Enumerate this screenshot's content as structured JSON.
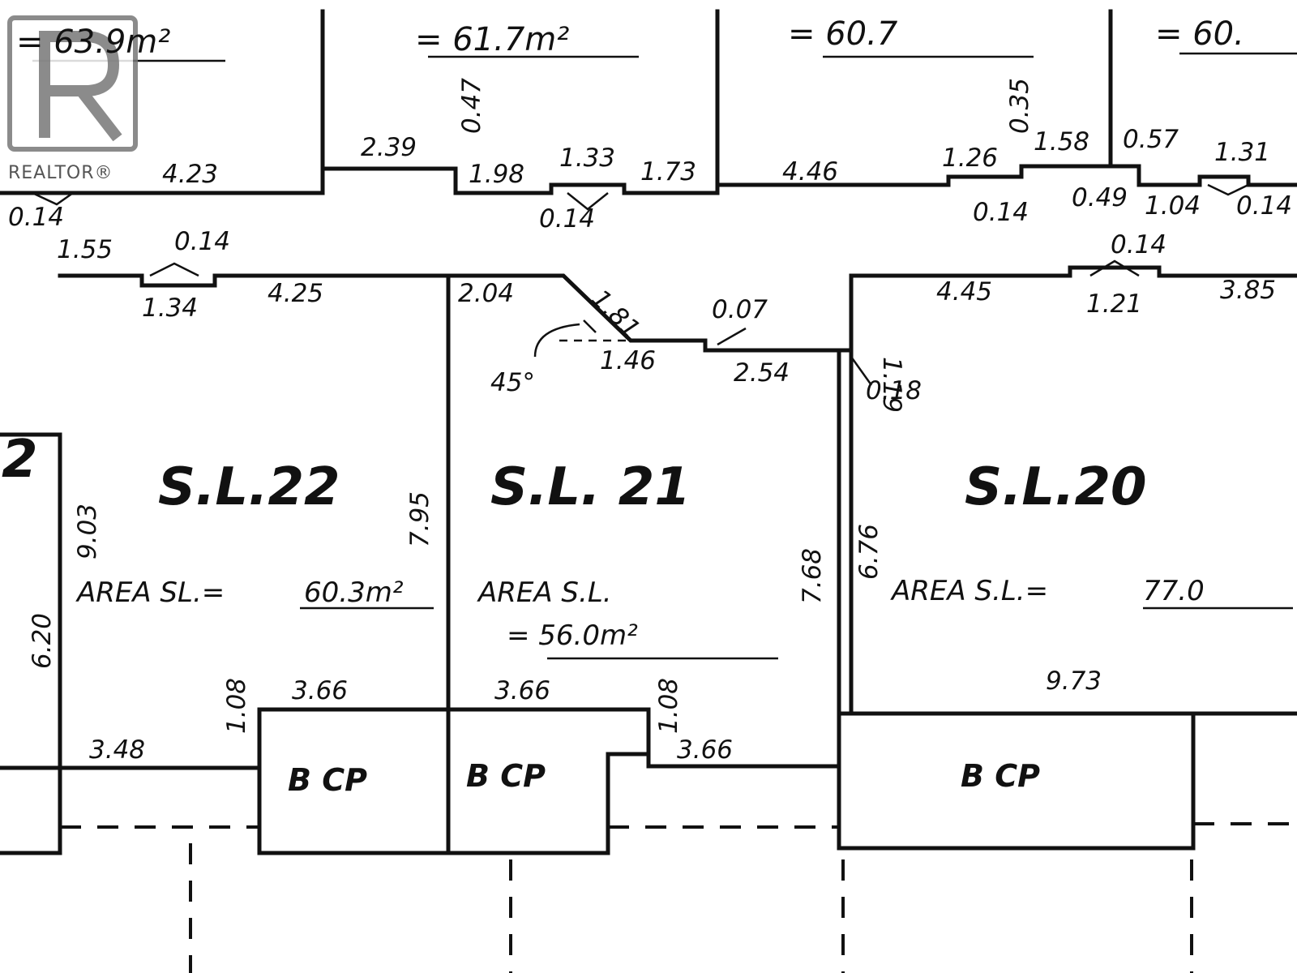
{
  "logo": {
    "text": "REALTOR®",
    "icon": "realtor-r-icon"
  },
  "top_areas": [
    "= 63.9m²",
    "= 61.7m²",
    "= 60.7",
    "= 60."
  ],
  "lots": [
    {
      "id": "S.L.22",
      "area_label": "AREA SL.=",
      "area_value": "60.3m²"
    },
    {
      "id": "S.L. 21",
      "area_label": "AREA S.L.",
      "area_value": "= 56.0m²"
    },
    {
      "id": "S.L.20",
      "area_label": "AREA S.L.=",
      "area_value": "77.0"
    },
    {
      "id": "2"
    }
  ],
  "parking": [
    "B CP",
    "B CP",
    "B CP"
  ],
  "dims": {
    "top_4_23": "4.23",
    "top_0_14_a": "0.14",
    "top_2_39": "2.39",
    "top_0_47": "0.47",
    "top_1_98": "1.98",
    "top_1_33": "1.33",
    "top_1_73": "1.73",
    "top_0_14_b": "0.14",
    "top_4_46": "4.46",
    "top_1_26": "1.26",
    "top_0_35": "0.35",
    "top_1_58": "1.58",
    "top_0_57": "0.57",
    "top_1_31": "1.31",
    "top_0_14_c": "0.14",
    "top_0_49": "0.49",
    "top_1_04": "1.04",
    "top_0_14_d": "0.14",
    "l22_1_55": "1.55",
    "l22_0_14": "0.14",
    "l22_1_34": "1.34",
    "l22_4_25": "4.25",
    "l22_9_03": "9.03",
    "l22_7_95": "7.95",
    "l22_6_20": "6.20",
    "l22_3_66": "3.66",
    "l22_1_08": "1.08",
    "l22_3_48": "3.48",
    "l21_2_04": "2.04",
    "l21_1_81": "1.81",
    "l21_0_07": "0.07",
    "l21_1_46": "1.46",
    "l21_45": "45°",
    "l21_2_54": "2.54",
    "l21_7_68": "7.68",
    "l21_3_66_a": "3.66",
    "l21_1_08": "1.08",
    "l21_3_66_b": "3.66",
    "l20_1_19": "1.19",
    "l20_0_18": "0.18",
    "l20_4_45": "4.45",
    "l20_0_14": "0.14",
    "l20_1_21": "1.21",
    "l20_3_85": "3.85",
    "l20_6_76": "6.76",
    "l20_9_73": "9.73"
  }
}
